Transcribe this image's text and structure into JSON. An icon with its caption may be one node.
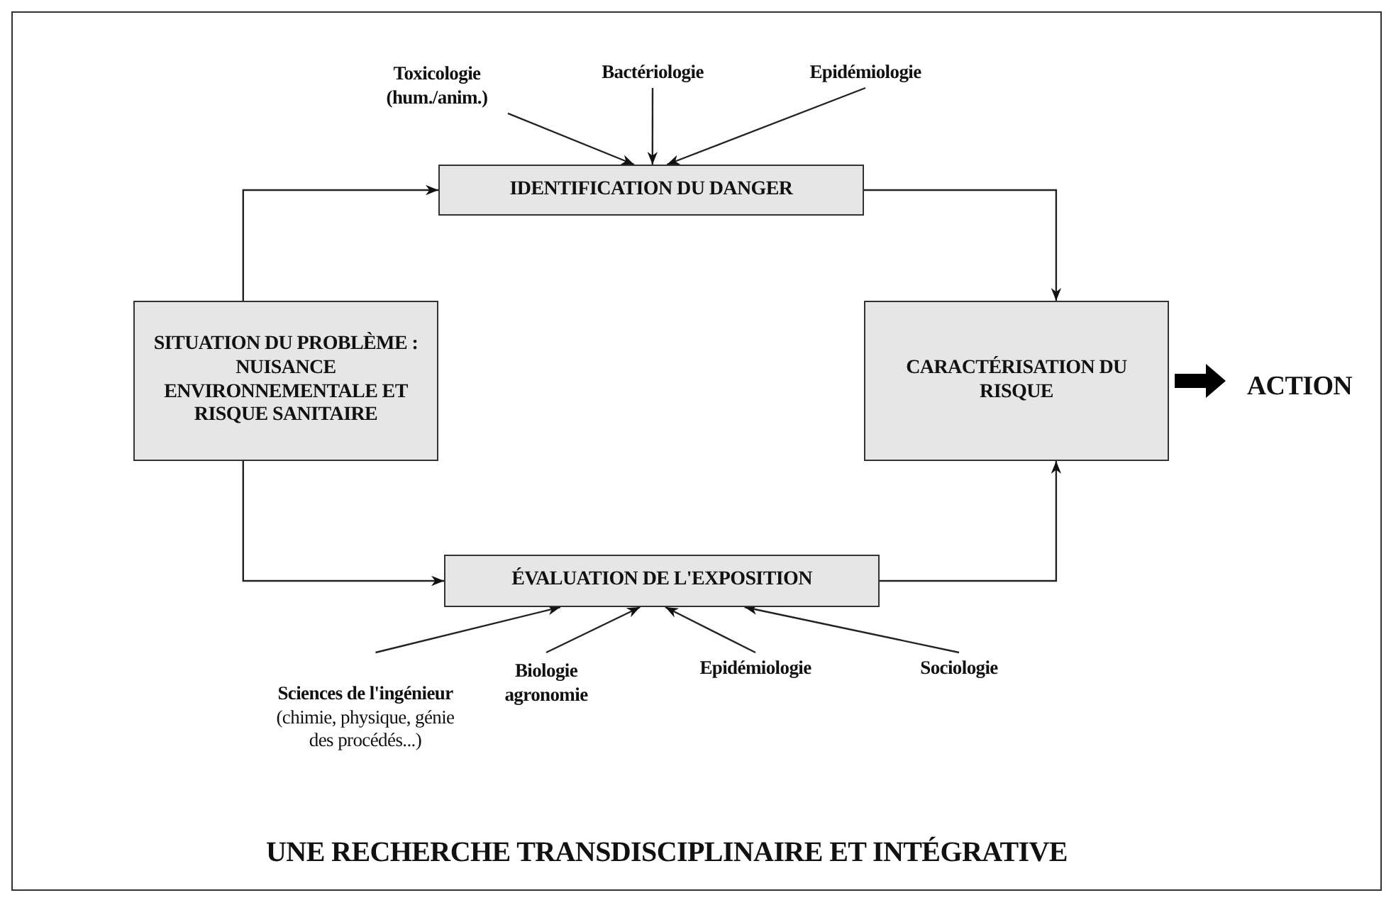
{
  "diagram": {
    "caption": "UNE RECHERCHE TRANSDISCIPLINAIRE ET INTÉGRATIVE",
    "nodes": [
      {
        "text": [
          "SITUATION DU PROBLÈME : NUISANCE ENVIRONNEMENTALE ET RISQUE SANITAIRE"
        ]
      },
      {
        "text": [
          "IDENTIFICATION DU DANGER"
        ]
      },
      {
        "text": [
          "CARACTÉRISATION DU RISQUE"
        ]
      },
      {
        "text": [
          "ÉVALUATION DE L'EXPOSITION"
        ]
      },
      {
        "text": [
          "ACTION"
        ]
      },
      {
        "text": [
          "Toxicologie (hum./anim.)"
        ]
      },
      {
        "text": [
          "Bactériologie"
        ]
      },
      {
        "text": [
          "Epidémiologie"
        ]
      },
      {
        "text": [
          "Sciences de l'ingénieur",
          "(chimie, physique, génie des procédés...)"
        ]
      },
      {
        "text": [
          "Biologie agronomie"
        ]
      },
      {
        "text": [
          "Epidémiologie"
        ]
      },
      {
        "text": [
          "Sociologie"
        ]
      }
    ],
    "edges": [
      {
        "from": 0,
        "to": 1,
        "arrow": "to"
      },
      {
        "from": 1,
        "to": 2,
        "arrow": "to"
      },
      {
        "from": 0,
        "to": 3,
        "arrow": "to"
      },
      {
        "from": 3,
        "to": 2,
        "arrow": "to"
      },
      {
        "from": 2,
        "to": 4,
        "arrow": "to",
        "style": "thick"
      },
      {
        "from": 5,
        "to": 1,
        "arrow": "to"
      },
      {
        "from": 6,
        "to": 1,
        "arrow": "to"
      },
      {
        "from": 7,
        "to": 1,
        "arrow": "to"
      },
      {
        "from": 8,
        "to": 3,
        "arrow": "to"
      },
      {
        "from": 9,
        "to": 3,
        "arrow": "to"
      },
      {
        "from": 10,
        "to": 3,
        "arrow": "to"
      },
      {
        "from": 11,
        "to": 3,
        "arrow": "to"
      }
    ]
  }
}
